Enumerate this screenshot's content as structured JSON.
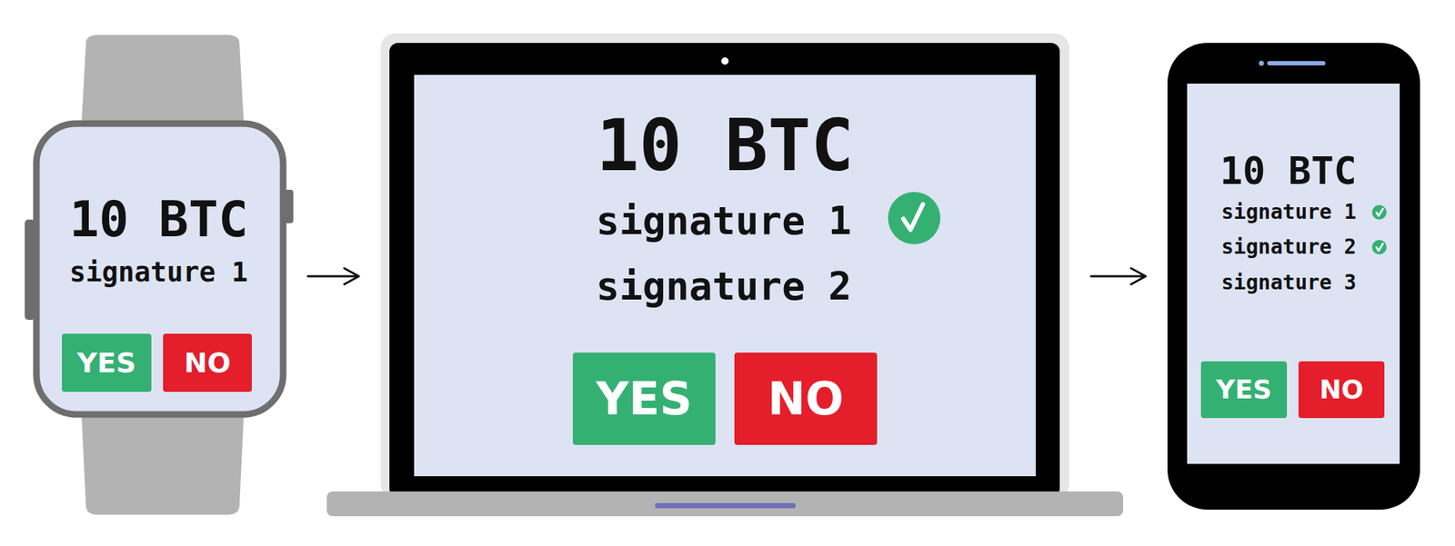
{
  "diagram": {
    "nodes": [
      {
        "text": [
          "10 BTC",
          "signature 1"
        ]
      },
      {
        "text": [
          "YES"
        ],
        "in": 0
      },
      {
        "text": [
          "NO"
        ],
        "in": 0
      },
      {
        "text": [
          "10 BTC",
          "signature 1",
          "signature 2"
        ]
      },
      {
        "text": [
          "YES"
        ],
        "in": 3
      },
      {
        "text": [
          "NO"
        ],
        "in": 3
      },
      {
        "text": [
          "10 BTC",
          "signature 1",
          "signature 2",
          "signature 3"
        ]
      },
      {
        "text": [
          "YES"
        ],
        "in": 6
      },
      {
        "text": [
          "NO"
        ],
        "in": 6
      }
    ],
    "edges": [
      {
        "from": 0,
        "to": 3,
        "arrow": "to"
      },
      {
        "from": 3,
        "to": 6,
        "arrow": "to"
      }
    ]
  }
}
